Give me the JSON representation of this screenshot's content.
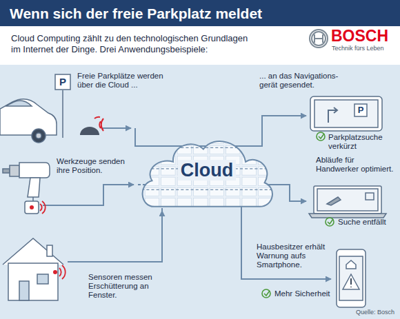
{
  "diagram": {
    "title": "Wenn sich der freie Parkplatz meldet",
    "nodes": [
      {
        "text": [
          "Cloud"
        ]
      }
    ],
    "edges": [],
    "labels": [
      "Cloud Computing zählt zu den technologischen Grundlagen im Internet der Dinge. Drei Anwendungsbeispiele:",
      "BOSCH",
      "Technik fürs Leben",
      "P",
      "Freie Parkplätze werden über die Cloud ...",
      "... an das Navigations- gerät gesendet.",
      "P",
      "Parkplatzsuche verkürzt",
      "Werkzeuge senden ihre Position.",
      "Abläufe für Handwerker optimiert.",
      "Suche entfällt",
      "Sensoren messen Erschütterung an Fenster.",
      "Hausbesitzer erhält Warnung aufs Smartphone.",
      "Mehr Sicherheit",
      "Quelle: Bosch"
    ]
  }
}
